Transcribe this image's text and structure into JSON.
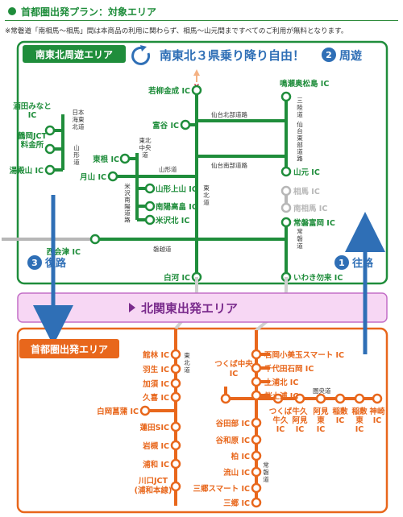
{
  "header": {
    "title": "首都圏出発プラン：対象エリア"
  },
  "note": "※常磐道「南相馬～相馬」間は本商品の利用に関わらず、相馬～山元間まですべてのご利用が無料となります。",
  "areas": {
    "south_tohoku": "南東北周遊エリア",
    "north_kanto": "北関東出発エリア",
    "shutoken": "首都圏出発エリア"
  },
  "banner": {
    "main": "南東北３県乗り降り自由！",
    "num": "2",
    "suffix": "周遊"
  },
  "steps": {
    "outbound": {
      "num": "1",
      "label": "往路"
    },
    "return": {
      "num": "3",
      "label": "復路"
    }
  },
  "colors": {
    "green": "#1f8d3b",
    "orange": "#e8671c",
    "purple": "#c36fc7",
    "blue": "#2f6fb6",
    "gray": "#b7b7b7"
  },
  "ic": {
    "sakata": "酒田みなと\nIC",
    "tsuruoka": "鶴岡JCT\n料金所",
    "yudonosan": "湯殿山 IC",
    "wakayanagi": "若柳金成 IC",
    "tomiya": "富谷 IC",
    "higashine": "東根 IC",
    "gassan": "月山 IC",
    "yamagata_kaminoyama": "山形上山 IC",
    "nanyo_takahata": "南陽高畠 IC",
    "yonezawa_kita": "米沢北 IC",
    "narusejo": "鳴瀬奥松島 IC",
    "yamamoto": "山元 IC",
    "soma": "相馬 IC",
    "minamisoma": "南相馬 IC",
    "joban_tomioka": "常磐富岡 IC",
    "nishi_aizu": "西会津 IC",
    "shirakawa": "白河 IC",
    "iwaki_nakoso": "いわき勿来 IC",
    "tatebayashi": "館林 IC",
    "hanyu": "羽生 IC",
    "kazo": "加須 IC",
    "kuki": "久喜 IC",
    "shiraoka": "白岡菖蒲 IC",
    "hasuda": "蓮田SIC",
    "iwatsuki": "岩槻 IC",
    "urawa": "浦和 IC",
    "kawaguchi": "川口JCT\n(浦和本線)",
    "tsukuba_chuo": "つくば中央\nIC",
    "ishioka": "石岡小美玉スマート IC",
    "chiyoda": "千代田石岡 IC",
    "tsuchiura_kita": "土浦北 IC",
    "sakura_tsuchiura": "桜土浦 IC",
    "yatabe": "谷田部 IC",
    "yawara": "谷和原 IC",
    "kashiwa": "柏 IC",
    "nagareyama": "流山 IC",
    "misato_smart": "三郷スマート IC",
    "misato": "三郷 IC",
    "tsukuba_ushiku": "つくば\n牛久\nIC",
    "ushiku_ami": "牛久\n阿見\nIC",
    "ami_higashi": "阿見\n東\nIC",
    "inashiki": "稲敷\nIC",
    "inashiki_higashi": "稲敷\n東\nIC",
    "kozaki": "神崎\nIC"
  },
  "roads": {
    "nihonkai": "日本\n海東\n北道",
    "yamagata_do": "山形道",
    "yamagata_do2": "山\n形\n道",
    "tohoku_chuo": "東北\n中央\n道",
    "sendai_hokubu": "仙台北部道路",
    "sendai_nanbu": "仙台南部道路",
    "sanriku": "三\n陸\n道",
    "sendai_tobu": "仙\n台\n東\n部\n道\n路",
    "yonezawa_nanyo": "米\n沢\n南\n陽\n道\n路",
    "tohoku_do": "東\n北\n道",
    "joban_do": "常\n磐\n道",
    "banetsu": "磐越道",
    "tohoku_do2": "東\n北\n道",
    "ken_o": "圏央道",
    "joban_do2": "常\n磐\n道"
  }
}
